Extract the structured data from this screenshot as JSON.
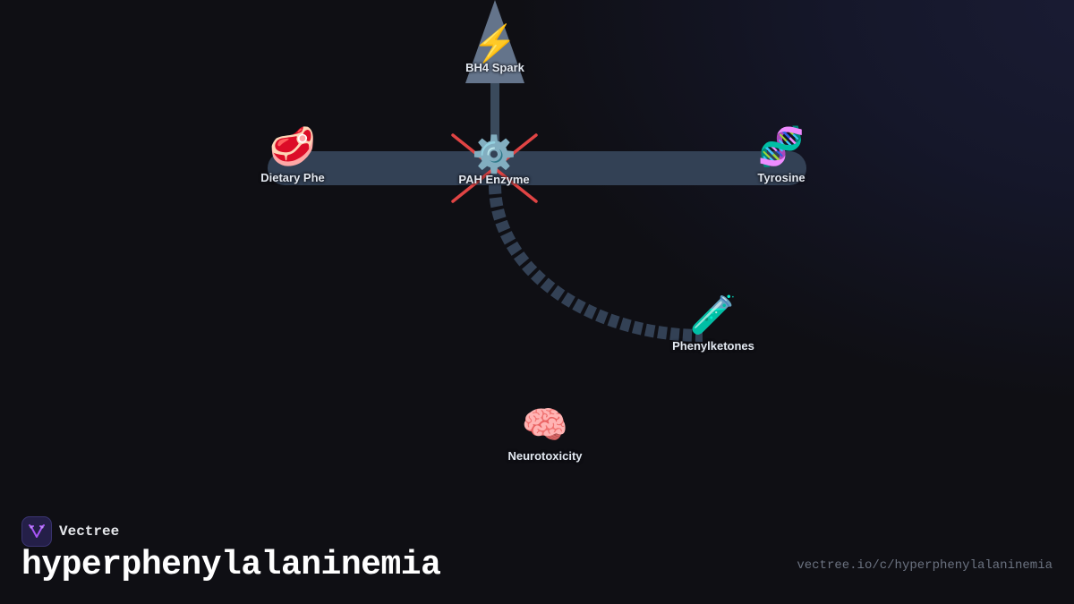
{
  "colors": {
    "background": "#0f0f14",
    "edge": "#334155",
    "edge_thin": "#3a4a5c",
    "blocked_x": "#e04444",
    "triangle": "#64748b",
    "label": "#e2e8f0",
    "logo_accent": "#a855f7"
  },
  "nodes": {
    "bh4": {
      "label": "BH4 Spark",
      "icon": "⚡",
      "icon_name": "lightning-icon"
    },
    "pah": {
      "label": "PAH Enzyme",
      "icon": "⚙️",
      "icon_name": "gear-icon",
      "status": "blocked"
    },
    "dietary": {
      "label": "Dietary Phe",
      "icon": "🥩",
      "icon_name": "meat-icon"
    },
    "tyrosine": {
      "label": "Tyrosine",
      "icon": "🧬",
      "icon_name": "dna-icon"
    },
    "phenylketones": {
      "label": "Phenylketones",
      "icon": "🧪",
      "icon_name": "test-tube-icon"
    },
    "neurotoxicity": {
      "label": "Neurotoxicity",
      "icon": "🧠",
      "icon_name": "brain-icon"
    }
  },
  "edges": [
    {
      "from": "Dietary Phe",
      "to": "Tyrosine",
      "style": "solid-thick"
    },
    {
      "from": "BH4 Spark",
      "to": "PAH Enzyme",
      "style": "solid-thin"
    },
    {
      "from": "PAH Enzyme",
      "to": "Phenylketones",
      "style": "dashed-arc"
    }
  ],
  "brand": {
    "name": "Vectree"
  },
  "title": "hyperphenylalaninemia",
  "url": "vectree.io/c/hyperphenylalaninemia"
}
